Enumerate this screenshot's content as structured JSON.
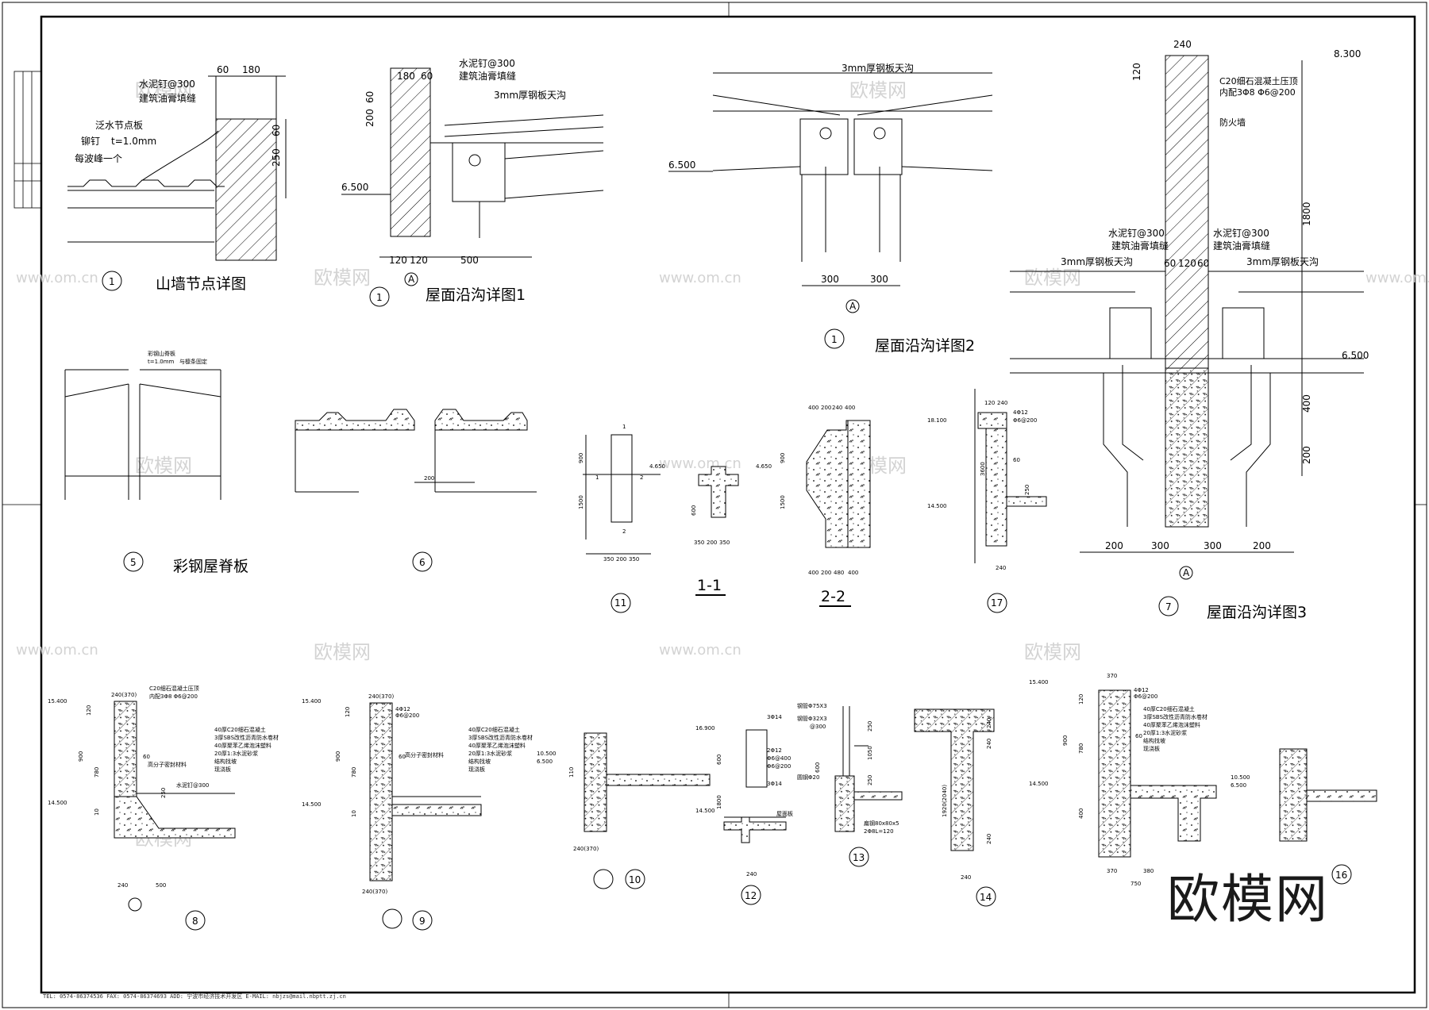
{
  "details": {
    "d_gable": {
      "num": "1",
      "title": "山墙节点详图",
      "callouts": [
        "水泥钉@300",
        "建筑油膏填缝",
        "泛水节点板",
        "t=1.0mm",
        "铆钉",
        "每波峰一个"
      ],
      "dims": [
        "60",
        "180",
        "60",
        "250"
      ]
    },
    "d_gutter1": {
      "num": "1",
      "title": "屋面沿沟详图1",
      "callouts": [
        "水泥钉@300",
        "建筑油膏填缝",
        "3mm厚钢板天沟"
      ],
      "dims": [
        "180",
        "60",
        "200",
        "60",
        "120",
        "120",
        "500"
      ],
      "level": "6.500",
      "axis": "A"
    },
    "d_gutter2": {
      "num": "1",
      "title": "屋面沿沟详图2",
      "callouts": [
        "3mm厚钢板天沟"
      ],
      "dims": [
        "300",
        "300"
      ],
      "level": "6.500",
      "axis": "A"
    },
    "d_gutter3": {
      "num": "7",
      "title": "屋面沿沟详图3",
      "callouts": [
        "C20细石混凝土压顶",
        "内配3Φ8 Φ6@200",
        "防火墙",
        "水泥钉@300",
        "建筑油膏填缝",
        "水泥钉@300",
        "建筑油膏填缝",
        "3mm厚钢板天沟",
        "3mm厚钢板天沟"
      ],
      "dims": [
        "240",
        "120",
        "1800",
        "60",
        "120",
        "60",
        "400",
        "200",
        "200",
        "300",
        "300",
        "200"
      ],
      "levels": [
        "8.300",
        "6.500"
      ],
      "axis": "A"
    },
    "d5": {
      "num": "5",
      "title": "彩钢屋脊板",
      "callouts": [
        "彩钢山脊板",
        "t=1.0mm",
        "与檩条固定"
      ]
    },
    "d6": {
      "num": "6",
      "dims": [
        "200"
      ]
    },
    "d11": {
      "num": "11",
      "dims": [
        "900",
        "1500",
        "350",
        "200",
        "350"
      ],
      "level": "4.650",
      "sec": [
        "1",
        "1",
        "2",
        "2"
      ]
    },
    "d1_1": {
      "title": "1-1",
      "dims": [
        "600",
        "350",
        "200",
        "350"
      ]
    },
    "d2_2": {
      "title": "2-2",
      "dims": [
        "400",
        "200",
        "240",
        "400",
        "900",
        "1500",
        "400",
        "200",
        "480",
        "400"
      ],
      "level": "4.650"
    },
    "d17": {
      "num": "17",
      "dims": [
        "120",
        "240",
        "3600",
        "60",
        "250",
        "240"
      ],
      "levels": [
        "18.100",
        "14.500"
      ],
      "callouts": [
        "4Φ12",
        "Φ6@200"
      ]
    },
    "d8": {
      "num": "8",
      "dims": [
        "240(370)",
        "120",
        "900",
        "780",
        "60",
        "250",
        "10",
        "240",
        "500"
      ],
      "levels": [
        "15.400",
        "14.500"
      ],
      "callouts": [
        "C20细石混凝土压顶",
        "内配3Φ8 Φ6@200",
        "高分子密封材料",
        "水泥钉@300",
        "40厚C20细石混凝土",
        "3厚SBS改性沥青防水卷材",
        "40厚聚苯乙烯泡沫塑料",
        "20厚1:3水泥砂浆",
        "结构找坡",
        "现浇板"
      ]
    },
    "d9": {
      "num": "9",
      "dims": [
        "240(370)",
        "120",
        "900",
        "780",
        "60",
        "10",
        "240(370)"
      ],
      "levels": [
        "15.400",
        "14.500"
      ],
      "callouts": [
        "4Φ12",
        "Φ6@200",
        "高分子密封材料",
        "40厚C20细石混凝土",
        "3厚SBS改性沥青防水卷材",
        "40厚聚苯乙烯泡沫塑料",
        "20厚1:3水泥砂浆",
        "结构找坡",
        "现浇板"
      ]
    },
    "d10": {
      "num": "10",
      "dims": [
        "110",
        "240(370)"
      ],
      "levels": [
        "10.500",
        "6.500"
      ]
    },
    "d12": {
      "num": "12",
      "dims": [
        "600",
        "1800",
        "240"
      ],
      "levels": [
        "16.900",
        "14.500"
      ],
      "callouts": [
        "3Φ14",
        "2Φ12",
        "Φ6@400",
        "Φ6@200",
        "3Φ14",
        "屋面板"
      ]
    },
    "d13": {
      "num": "13",
      "dims": [
        "250",
        "1050",
        "250",
        "600"
      ],
      "callouts": [
        "钢管Φ75X3",
        "钢管Φ32X3",
        "@300",
        "圆钢Φ20",
        "扁钢80x80x5",
        "2Φ8L=120"
      ]
    },
    "d14": {
      "num": "14",
      "dims": [
        "240",
        "240",
        "1920(2040)",
        "240",
        "240"
      ]
    },
    "d16": {
      "num": "16",
      "dims": [
        "370",
        "120",
        "900",
        "780",
        "60",
        "400",
        "370",
        "380",
        "750"
      ],
      "levels": [
        "15.400",
        "14.500",
        "10.500",
        "6.500"
      ],
      "callouts": [
        "4Φ12",
        "Φ6@200",
        "40厚C20细石混凝土",
        "3厚SBS改性沥青防水卷材",
        "40厚聚苯乙烯泡沫塑料",
        "20厚1:3水泥砂浆",
        "结构找坡",
        "现浇板"
      ]
    }
  },
  "watermark": "欧模网",
  "watermark_url": "www.om.cn",
  "logo": "欧模网",
  "footer": "TEL: 0574-86374536  FAX: 0574-86374693  ADD: 宁波市经济技术开发区  E-MAIL: nbjzs@mail.nbptt.zj.cn"
}
